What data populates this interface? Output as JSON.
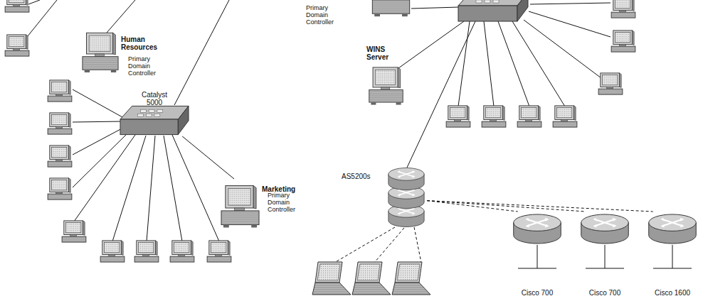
{
  "diagram": {
    "nodes": [
      {
        "text": [
          "Human Resources",
          "Primary Domain Controller"
        ]
      },
      {
        "text": [
          "Catalyst 5000"
        ]
      },
      {
        "text": [
          "Marketing",
          "Primary Domain Controller"
        ]
      },
      {
        "text": [
          "Primary Domain Controller"
        ]
      },
      {
        "text": [
          "WINS Server"
        ]
      },
      {
        "text": [
          "AS5200s"
        ]
      },
      {
        "text": [
          "Cisco 700"
        ]
      },
      {
        "text": [
          "Cisco 700"
        ]
      },
      {
        "text": [
          "Cisco 1600"
        ]
      }
    ],
    "edges": [
      {
        "from": 1,
        "to": 2,
        "arrow": "none"
      },
      {
        "from": 5,
        "to": 6,
        "arrow": "none"
      },
      {
        "from": 5,
        "to": 7,
        "arrow": "none"
      },
      {
        "from": 5,
        "to": 8,
        "arrow": "none"
      }
    ]
  }
}
